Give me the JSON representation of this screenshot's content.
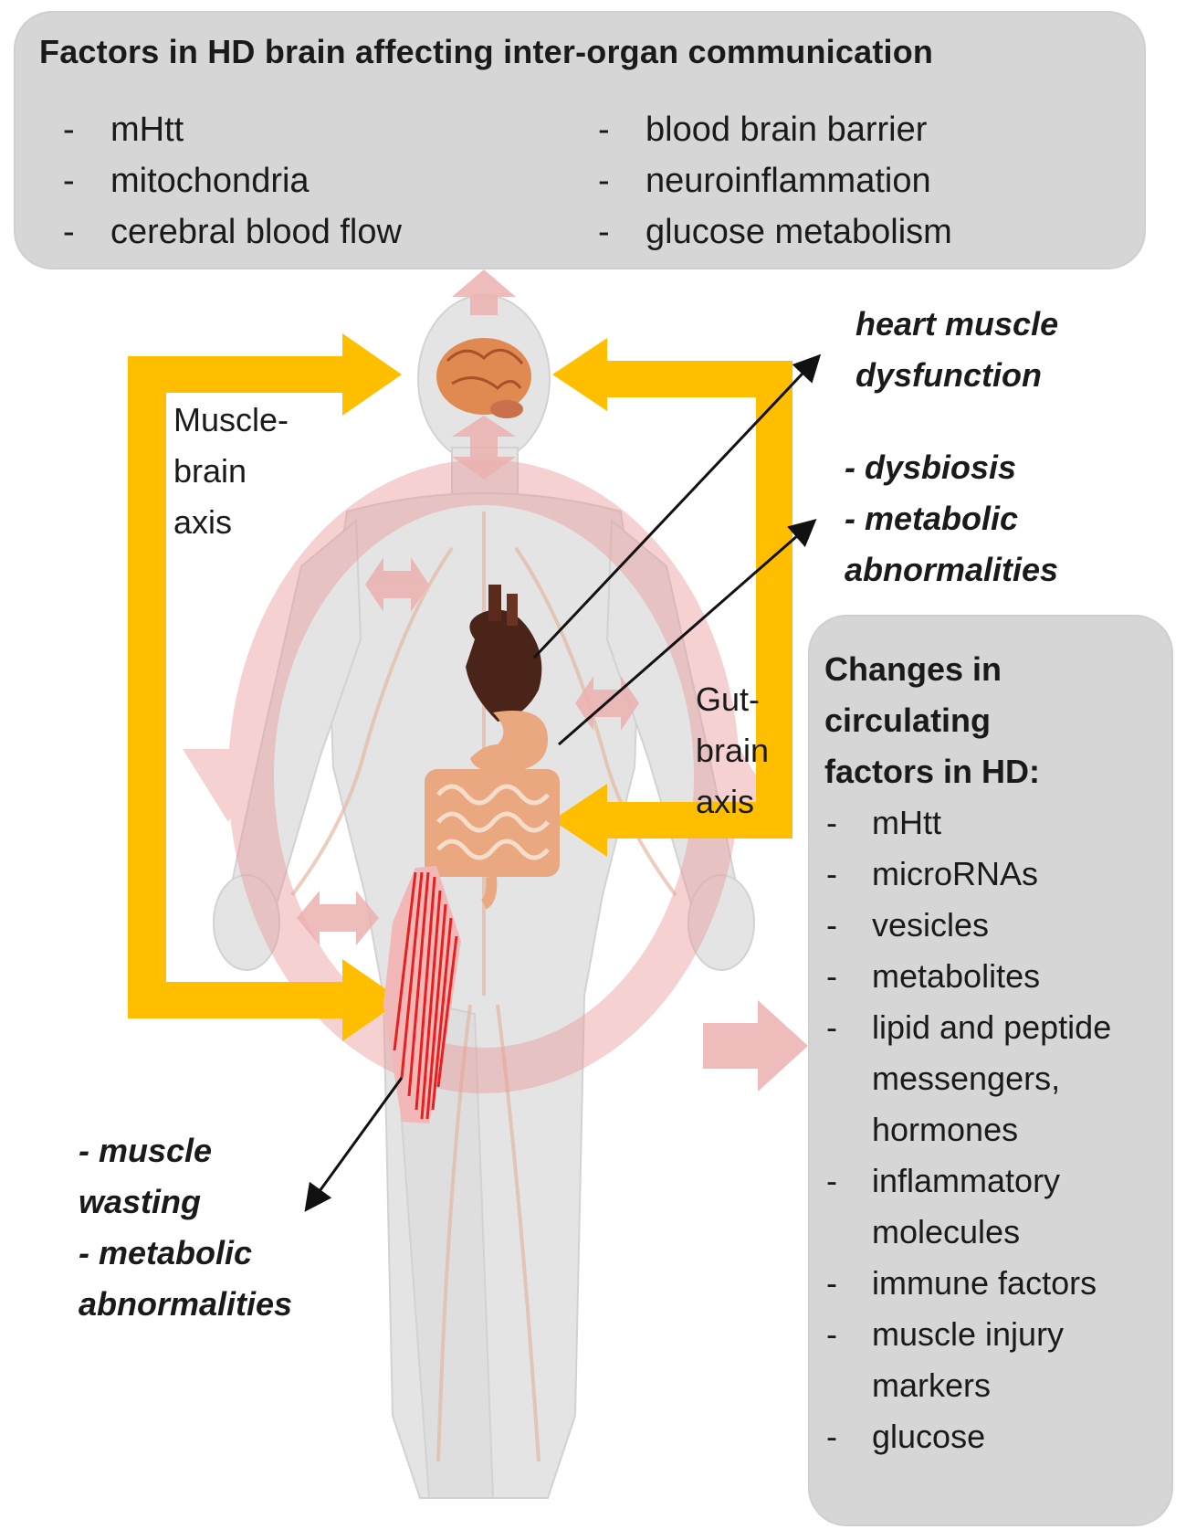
{
  "top_box": {
    "title": "Factors in HD brain affecting inter-organ communication",
    "left_items": [
      "mHtt",
      "mitochondria",
      "cerebral blood flow"
    ],
    "right_items": [
      "blood brain barrier",
      "neuroinflammation",
      "glucose metabolism"
    ]
  },
  "axes": {
    "muscle_brain": [
      "Muscle-",
      "brain",
      "axis"
    ],
    "gut_brain": [
      "Gut-",
      "brain",
      "axis"
    ]
  },
  "effects": {
    "heart": [
      "heart muscle",
      "dysfunction"
    ],
    "gut": [
      "- dysbiosis",
      "- metabolic",
      "abnormalities"
    ],
    "muscle": [
      "- muscle",
      "wasting",
      "- metabolic",
      "abnormalities"
    ]
  },
  "right_box": {
    "title_lines": [
      "Changes in",
      "circulating",
      "factors in HD:"
    ],
    "items": [
      "mHtt",
      "microRNAs",
      "vesicles",
      "metabolites",
      "lipid and peptide messengers, hormones",
      "inflammatory molecules",
      "immune factors",
      "muscle injury markers",
      "glucose"
    ]
  },
  "colors": {
    "box_fill": "#d6d6d6",
    "axis_arrow": "#ffbf00",
    "circulation": "#e8a0a0",
    "body": "#e3e3e3",
    "muscle": "#e62020",
    "organs": "#e9a880",
    "heart": "#4a2418"
  },
  "icons": [
    "brain-icon",
    "heart-icon",
    "stomach-icon",
    "intestine-icon",
    "muscle-icon",
    "human-body-icon"
  ]
}
